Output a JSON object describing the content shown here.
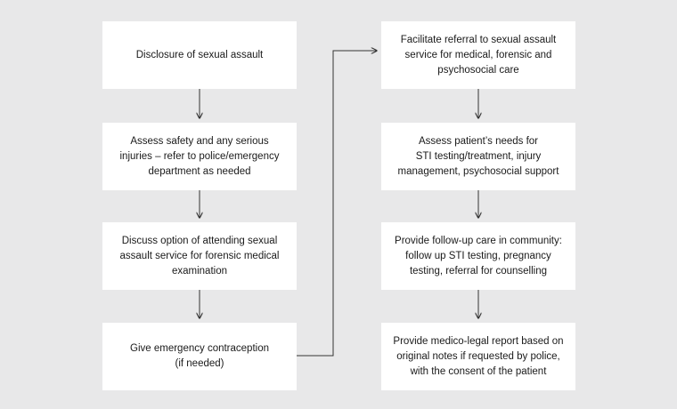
{
  "flowchart": {
    "left_column": [
      {
        "id": "disclosure",
        "text": "Disclosure of sexual assault"
      },
      {
        "id": "assess-safety",
        "text": "Assess safety and any serious\ninjuries – refer to police/emergency\ndepartment as needed"
      },
      {
        "id": "discuss-option",
        "text": "Discuss option of attending sexual\nassault service for forensic medical\nexamination"
      },
      {
        "id": "emergency-contraception",
        "text": "Give emergency contraception\n(if needed)"
      }
    ],
    "right_column": [
      {
        "id": "facilitate-referral",
        "text": "Facilitate referral to sexual assault\nservice for medical, forensic and\npsychosocial care"
      },
      {
        "id": "assess-needs",
        "text": "Assess patient’s needs for\nSTI testing/treatment, injury\nmanagement, psychosocial support"
      },
      {
        "id": "follow-up-care",
        "text": "Provide follow-up care in community:\nfollow up STI testing, pregnancy\ntesting, referral for counselling"
      },
      {
        "id": "medico-legal-report",
        "text": "Provide medico-legal report based on\noriginal notes if requested by police,\nwith the consent of the patient"
      }
    ]
  },
  "colors": {
    "background": "#e8e8e9",
    "box": "#ffffff",
    "line": "#333333"
  }
}
